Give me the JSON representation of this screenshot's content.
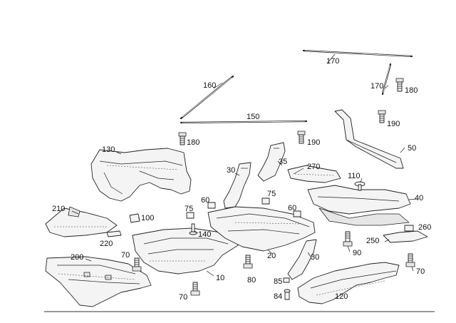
{
  "callouts": [
    {
      "id": "c170a",
      "text": "170"
    },
    {
      "id": "c160",
      "text": "160"
    },
    {
      "id": "c170b",
      "text": "170"
    },
    {
      "id": "c180a",
      "text": "180"
    },
    {
      "id": "c150",
      "text": "150"
    },
    {
      "id": "c190a",
      "text": "190"
    },
    {
      "id": "c180b",
      "text": "180"
    },
    {
      "id": "c190b",
      "text": "190"
    },
    {
      "id": "c130",
      "text": "130"
    },
    {
      "id": "c50",
      "text": "50"
    },
    {
      "id": "c35",
      "text": "35"
    },
    {
      "id": "c30a",
      "text": "30"
    },
    {
      "id": "c270",
      "text": "270"
    },
    {
      "id": "c110",
      "text": "110"
    },
    {
      "id": "c75a",
      "text": "75"
    },
    {
      "id": "c40",
      "text": "40"
    },
    {
      "id": "c60a",
      "text": "60"
    },
    {
      "id": "c210",
      "text": "210"
    },
    {
      "id": "c75b",
      "text": "75"
    },
    {
      "id": "c60b",
      "text": "60"
    },
    {
      "id": "c100",
      "text": "100"
    },
    {
      "id": "c260",
      "text": "260"
    },
    {
      "id": "c140",
      "text": "140"
    },
    {
      "id": "c220",
      "text": "220"
    },
    {
      "id": "c250",
      "text": "250"
    },
    {
      "id": "c90",
      "text": "90"
    },
    {
      "id": "c20",
      "text": "20"
    },
    {
      "id": "c30b",
      "text": "30"
    },
    {
      "id": "c200",
      "text": "200"
    },
    {
      "id": "c70a",
      "text": "70"
    },
    {
      "id": "c70b",
      "text": "70"
    },
    {
      "id": "c80",
      "text": "80"
    },
    {
      "id": "c10",
      "text": "10"
    },
    {
      "id": "c85",
      "text": "85"
    },
    {
      "id": "c120",
      "text": "120"
    },
    {
      "id": "c70c",
      "text": "70"
    },
    {
      "id": "c84",
      "text": "84"
    }
  ]
}
